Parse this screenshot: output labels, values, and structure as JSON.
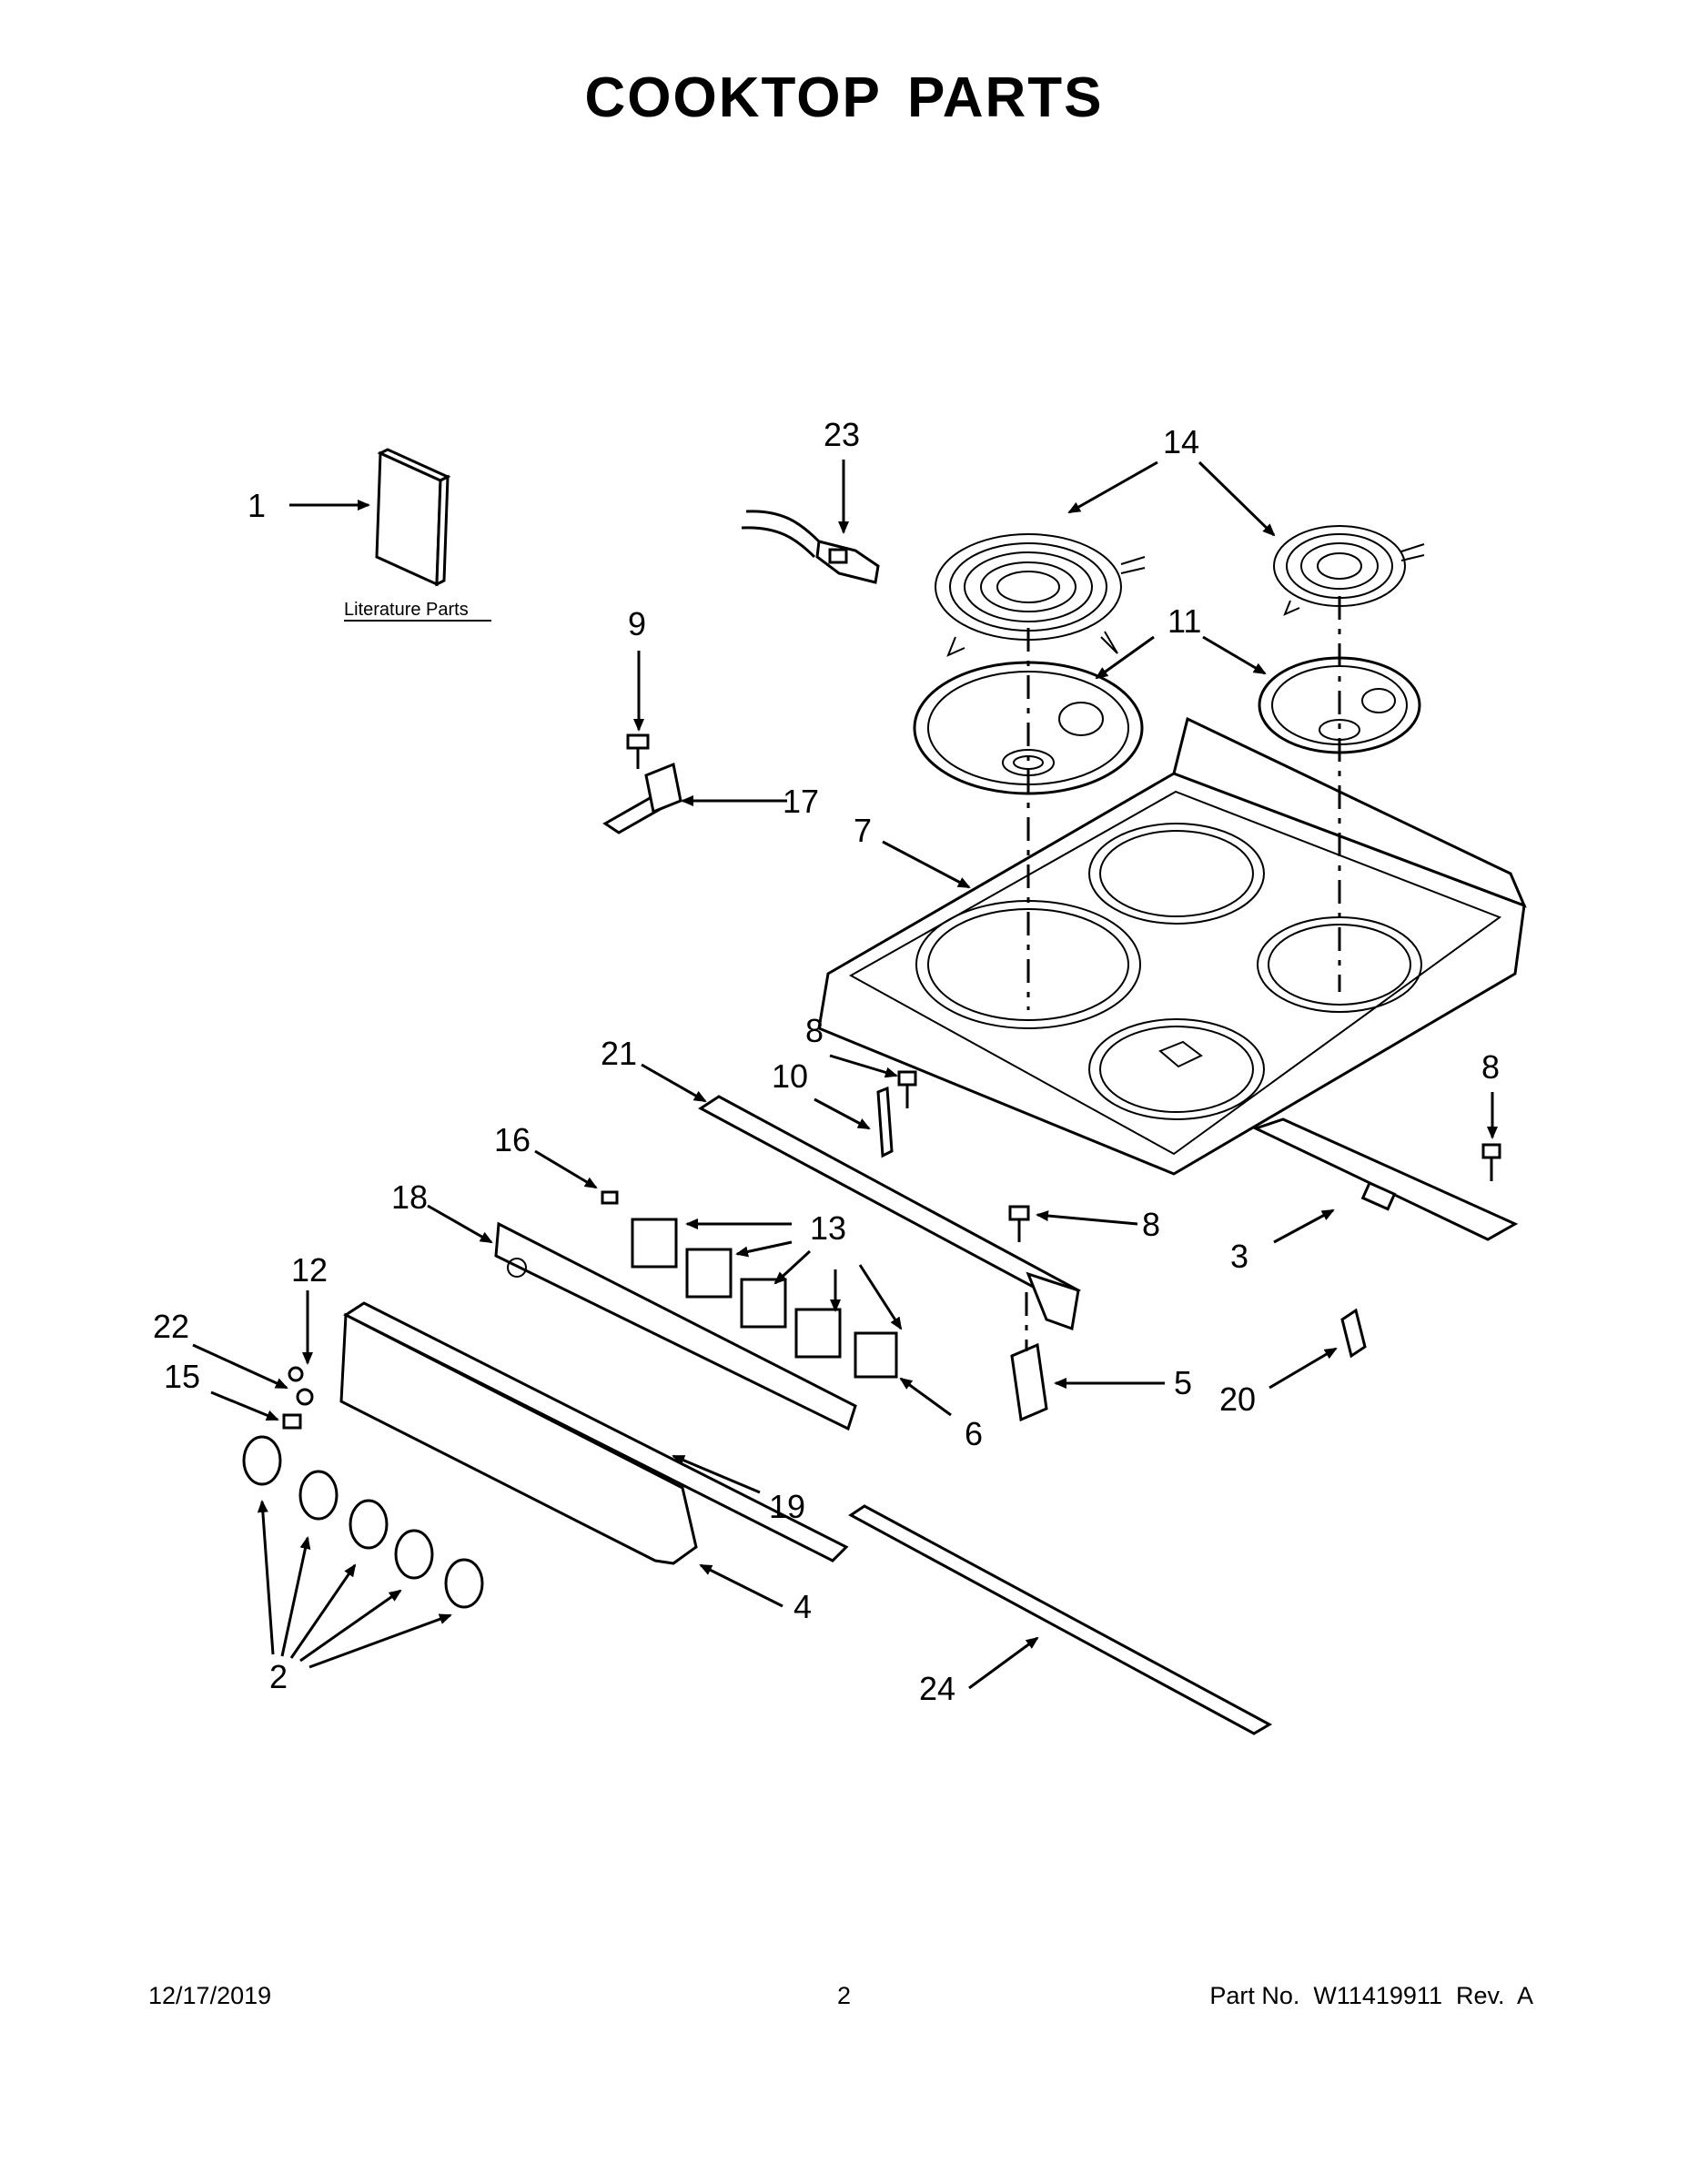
{
  "title": "COOKTOP PARTS",
  "literature_label": "Literature Parts",
  "callouts": {
    "c1": "1",
    "c2": "2",
    "c3": "3",
    "c4": "4",
    "c5": "5",
    "c6": "6",
    "c7": "7",
    "c8": "8",
    "c9": "9",
    "c10": "10",
    "c11": "11",
    "c12": "12",
    "c13": "13",
    "c14": "14",
    "c15": "15",
    "c16": "16",
    "c17": "17",
    "c18": "18",
    "c19": "19",
    "c20": "20",
    "c21": "21",
    "c22": "22",
    "c23": "23",
    "c24": "24"
  },
  "footer": {
    "date": "12/17/2019",
    "page": "2",
    "part_no": "Part No.  W11419911  Rev.  A"
  }
}
